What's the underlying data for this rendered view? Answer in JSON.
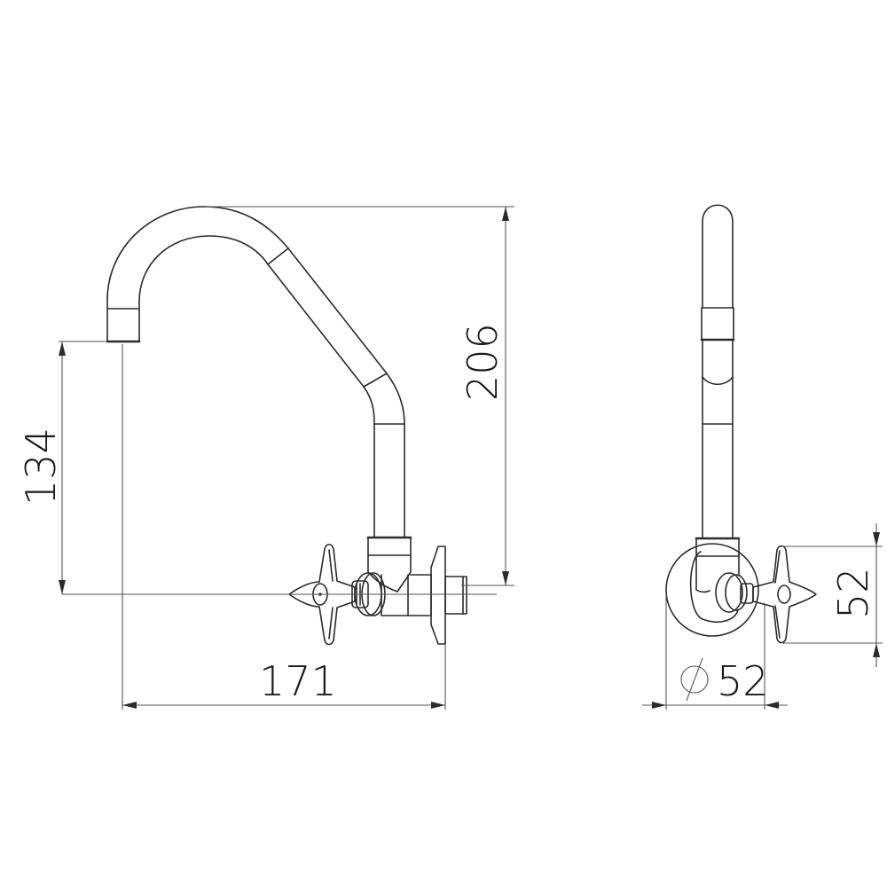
{
  "drawing": {
    "subject": "Wall-mounted faucet with swivel spout and cross handle",
    "views": [
      {
        "name": "side-view"
      },
      {
        "name": "front-view"
      }
    ],
    "line_color": "#2b2b2b",
    "background": "#ffffff"
  },
  "dimensions": {
    "total_height": "206",
    "spout_outlet_height": "134",
    "projection": "171",
    "handle_height": "52",
    "flange_diameter_symbol": "⌀",
    "flange_diameter": "52"
  }
}
